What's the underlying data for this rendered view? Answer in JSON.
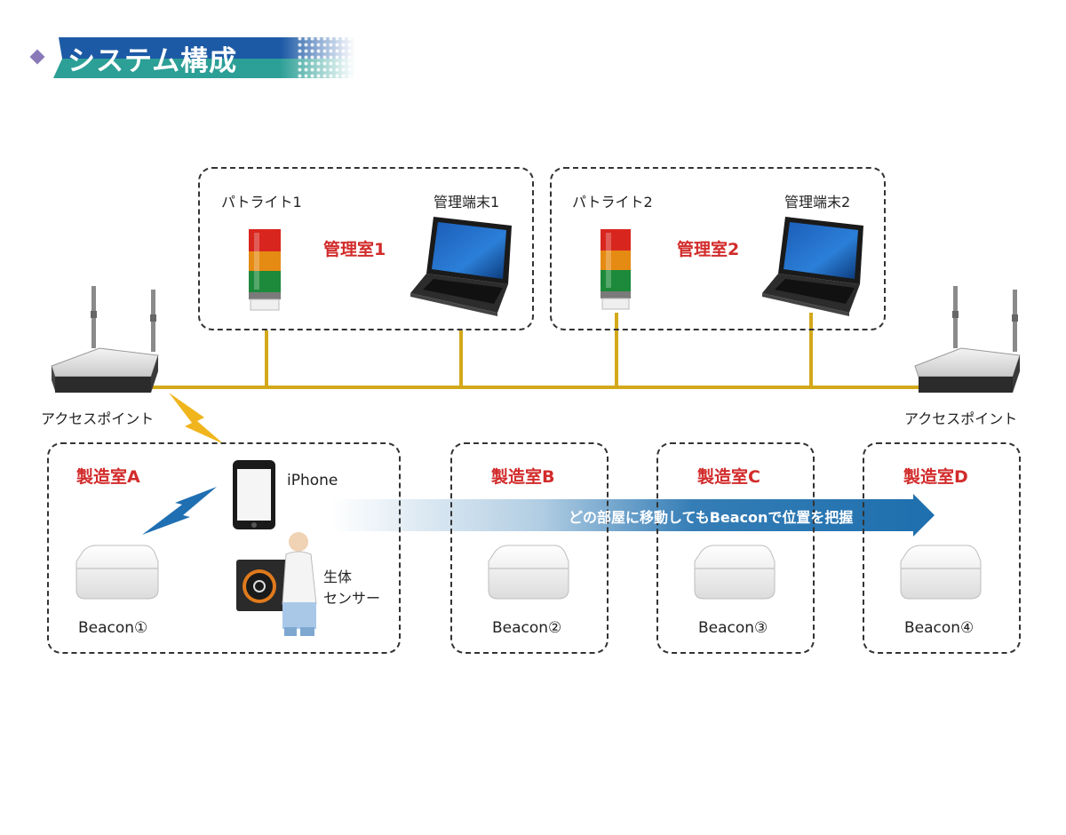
{
  "header": {
    "title": "システム構成"
  },
  "control_rooms": [
    {
      "name": "管理室1",
      "patlite_label": "パトライト1",
      "terminal_label": "管理端末1"
    },
    {
      "name": "管理室2",
      "patlite_label": "パトライト2",
      "terminal_label": "管理端末2"
    }
  ],
  "access_points": [
    {
      "label": "アクセスポイント"
    },
    {
      "label": "アクセスポイント"
    }
  ],
  "factory_rooms": [
    {
      "name": "製造室A",
      "beacon_label": "Beacon①",
      "phone_label": "iPhone",
      "sensor_label_line1": "生体",
      "sensor_label_line2": "センサー"
    },
    {
      "name": "製造室B",
      "beacon_label": "Beacon②"
    },
    {
      "name": "製造室C",
      "beacon_label": "Beacon③"
    },
    {
      "name": "製造室D",
      "beacon_label": "Beacon④"
    }
  ],
  "arrow_caption": "どの部屋に移動してもBeaconで位置を把握",
  "colors": {
    "network_line": "#d4a81b",
    "room_label": "#d22b2b",
    "arrow": "#1e6fae",
    "banner_blue": "#1d5aa6",
    "banner_teal": "#2c9f96"
  }
}
